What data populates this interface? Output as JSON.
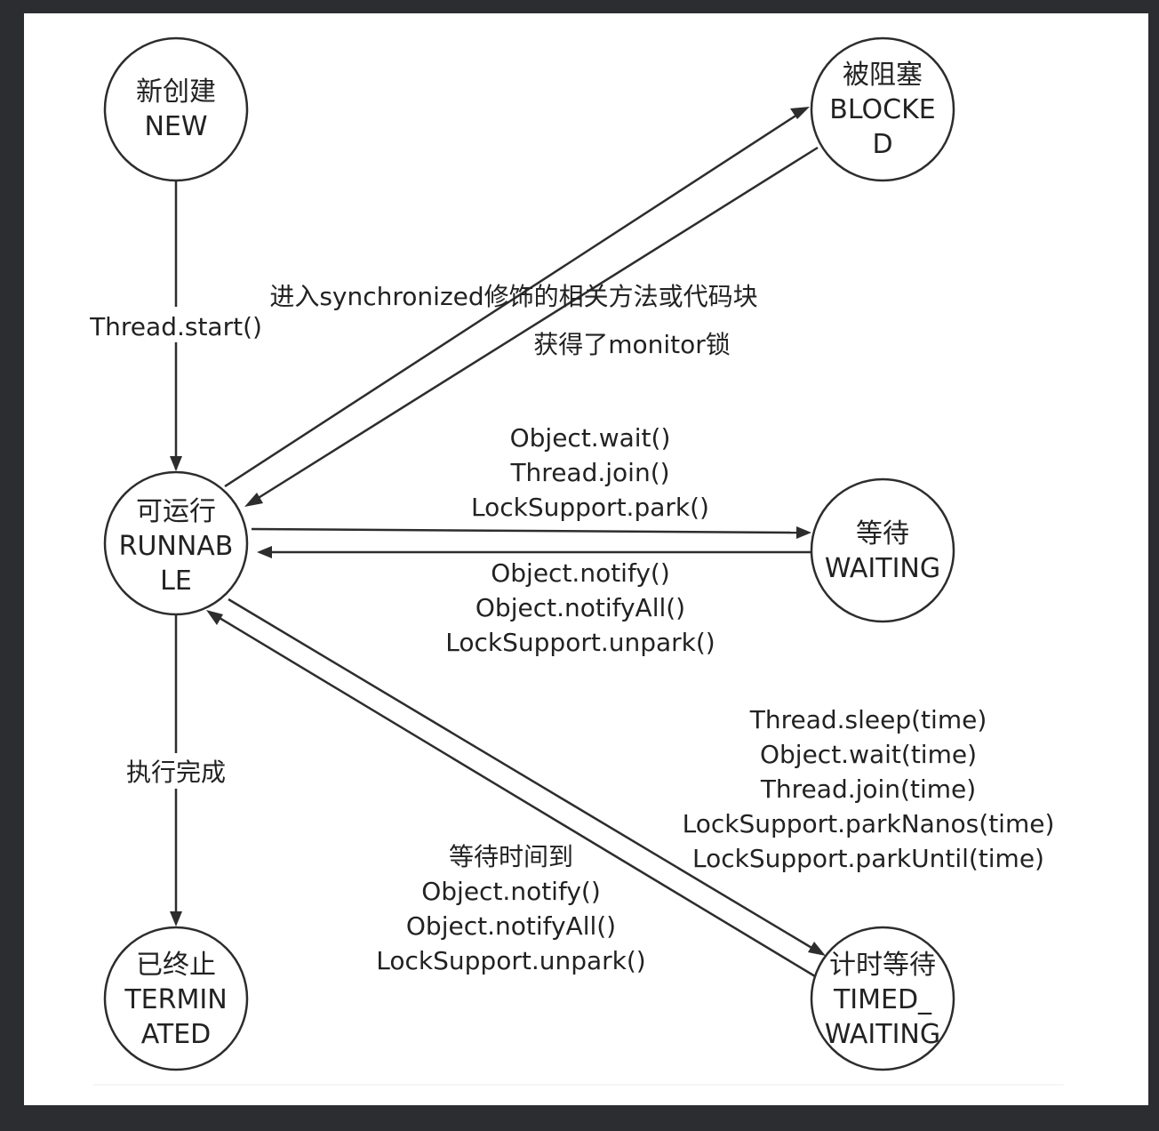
{
  "states": {
    "new": [
      "新创建",
      "NEW"
    ],
    "blocked": [
      "被阻塞",
      "BLOCKE",
      "D"
    ],
    "runnable": [
      "可运行",
      "RUNNAB",
      "LE"
    ],
    "waiting": [
      "等待",
      "WAITING"
    ],
    "terminated": [
      "已终止",
      "TERMIN",
      "ATED"
    ],
    "timed_waiting": [
      "计时等待",
      "TIMED_",
      "WAITING"
    ]
  },
  "transitions": {
    "new_to_runnable": [
      "Thread.start()"
    ],
    "runnable_to_blocked": [
      "进入synchronized修饰的相关方法或代码块"
    ],
    "blocked_to_runnable": [
      "获得了monitor锁"
    ],
    "runnable_to_waiting": [
      "Object.wait()",
      "Thread.join()",
      "LockSupport.park()"
    ],
    "waiting_to_runnable": [
      "Object.notify()",
      "Object.notifyAll()",
      "LockSupport.unpark()"
    ],
    "runnable_to_terminated": [
      "执行完成"
    ],
    "runnable_to_timed_waiting": [
      "Thread.sleep(time)",
      "Object.wait(time)",
      "Thread.join(time)",
      "LockSupport.parkNanos(time)",
      "LockSupport.parkUntil(time)"
    ],
    "timed_waiting_to_runnable": [
      "等待时间到",
      "Object.notify()",
      "Object.notifyAll()",
      "LockSupport.unpark()"
    ]
  },
  "colors": {
    "line": "#2d2d2d",
    "canvas": "#ffffff",
    "frame": "#2b2d31"
  }
}
